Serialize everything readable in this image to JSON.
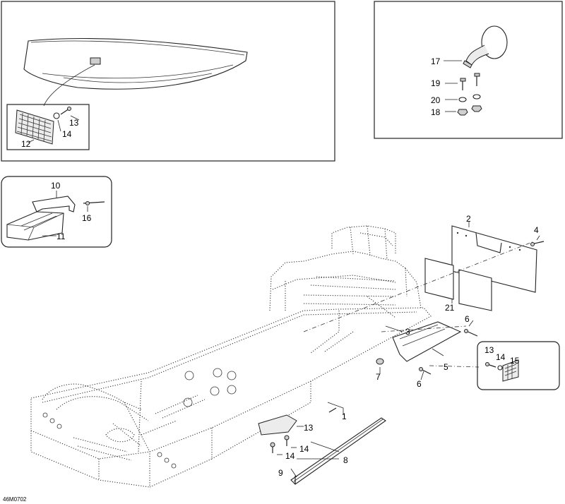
{
  "figure_code": "46M0702",
  "callouts": {
    "c1": "1",
    "c2": "2",
    "c3": "3",
    "c4": "4",
    "c5": "5",
    "c6a": "6",
    "c6b": "6",
    "c7": "7",
    "c8": "8",
    "c9": "9",
    "c10": "10",
    "c11": "11",
    "c12": "12",
    "c13a": "13",
    "c13b": "13",
    "c13c": "13",
    "c14a": "14",
    "c14b": "14",
    "c14c": "14",
    "c14d": "14",
    "c15": "15",
    "c16": "16",
    "c17": "17",
    "c18": "18",
    "c19": "19",
    "c20": "20",
    "c21": "21"
  }
}
